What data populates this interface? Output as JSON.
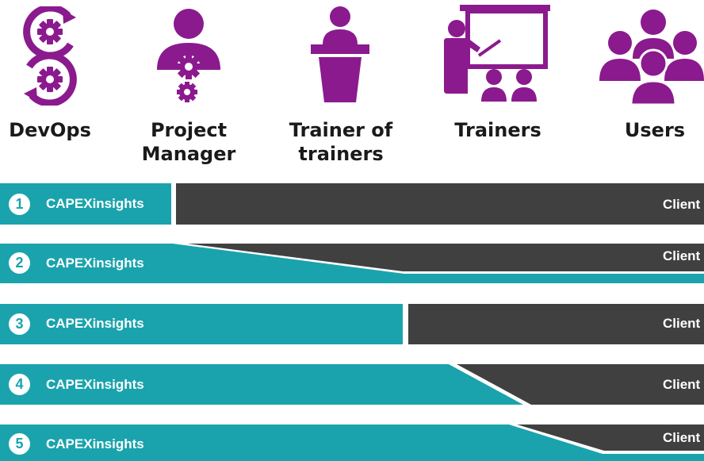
{
  "roles": [
    {
      "label_line1": "DevOps",
      "label_line2": "",
      "icon": "devops-gears-icon"
    },
    {
      "label_line1": "Project",
      "label_line2": "Manager",
      "icon": "project-manager-icon"
    },
    {
      "label_line1": "Trainer of",
      "label_line2": "trainers",
      "icon": "podium-speaker-icon"
    },
    {
      "label_line1": "Trainers",
      "label_line2": "",
      "icon": "presentation-board-icon"
    },
    {
      "label_line1": "Users",
      "label_line2": "",
      "icon": "user-group-icon"
    }
  ],
  "rows": [
    {
      "number": "1",
      "left_label": "CAPEXinsights",
      "right_label": "Client"
    },
    {
      "number": "2",
      "left_label": "CAPEXinsights",
      "right_label": "Client"
    },
    {
      "number": "3",
      "left_label": "CAPEXinsights",
      "right_label": "Client"
    },
    {
      "number": "4",
      "left_label": "CAPEXinsights",
      "right_label": "Client"
    },
    {
      "number": "5",
      "left_label": "CAPEXinsights",
      "right_label": "Client"
    }
  ],
  "colors": {
    "icon": "#8b1a8e",
    "teal": "#1aa3ad",
    "dark": "#404040",
    "text": "#1a1a1a"
  }
}
